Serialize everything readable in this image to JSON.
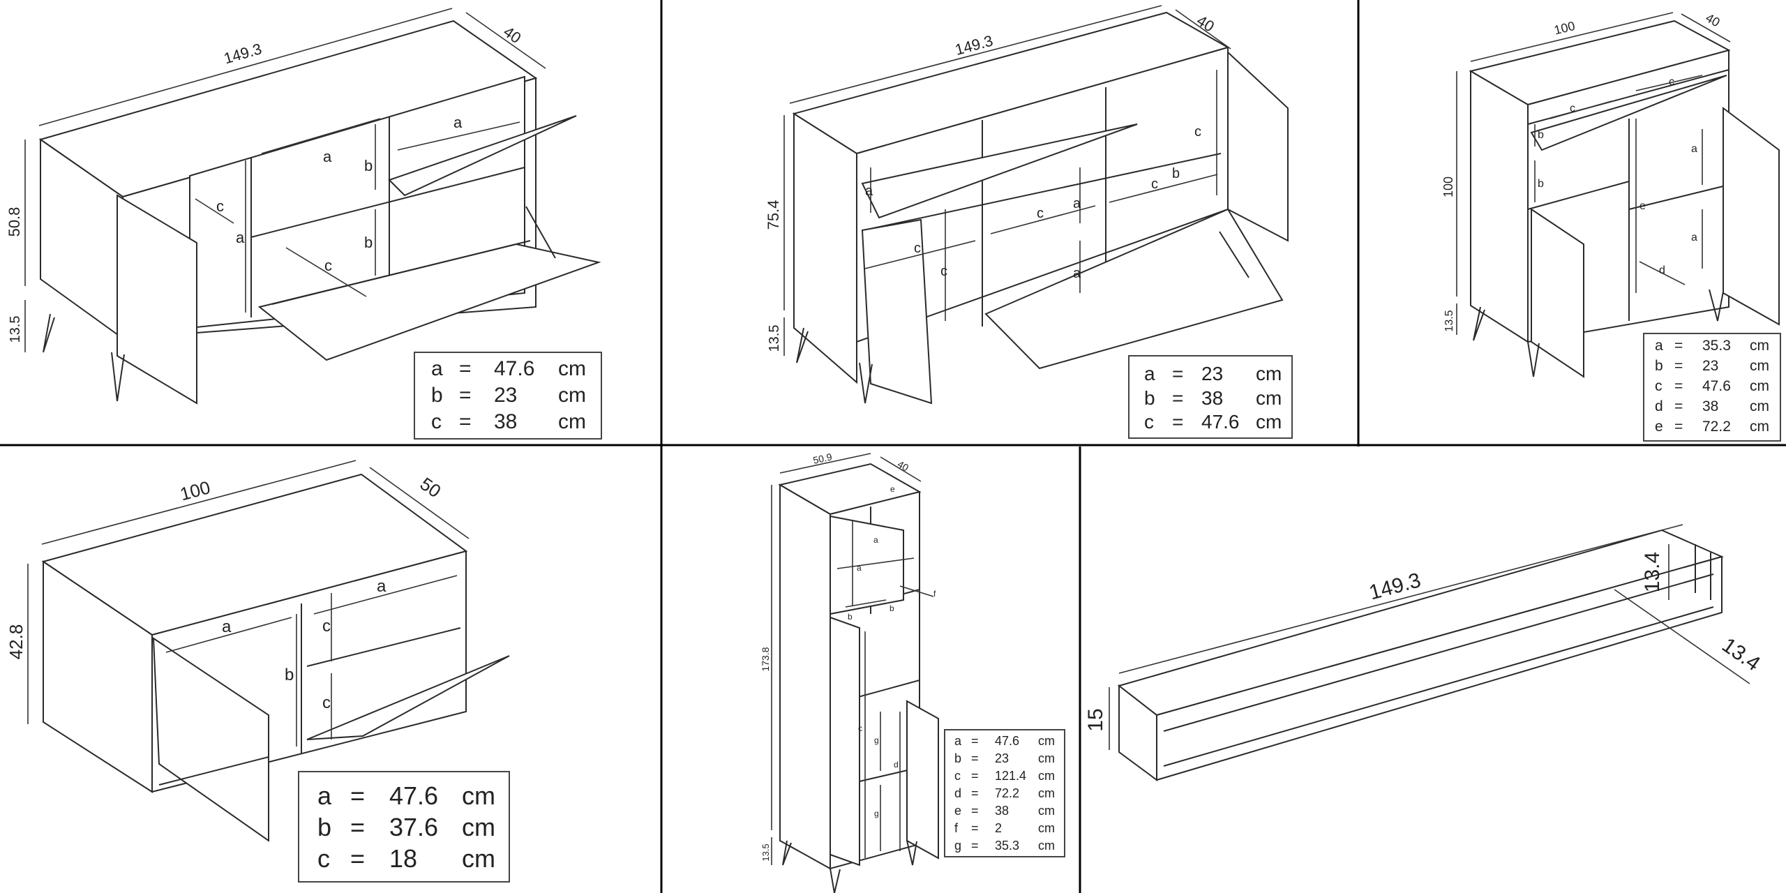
{
  "panels": {
    "sideboard_149_1": {
      "width": "149.3",
      "depth": "40",
      "height": "50.8",
      "leg": "13.5",
      "legend": [
        {
          "key": "a",
          "eq": "=",
          "value": "47.6",
          "unit": "cm"
        },
        {
          "key": "b",
          "eq": "=",
          "value": "23",
          "unit": "cm"
        },
        {
          "key": "c",
          "eq": "=",
          "value": "38",
          "unit": "cm"
        }
      ],
      "tags": [
        "a",
        "a",
        "b",
        "b",
        "c",
        "c",
        "a"
      ]
    },
    "sideboard_149_2": {
      "width": "149.3",
      "depth": "40",
      "height": "75.4",
      "leg": "13.5",
      "legend": [
        {
          "key": "a",
          "eq": "=",
          "value": "23",
          "unit": "cm"
        },
        {
          "key": "b",
          "eq": "=",
          "value": "38",
          "unit": "cm"
        },
        {
          "key": "c",
          "eq": "=",
          "value": "47.6",
          "unit": "cm"
        }
      ],
      "tags": [
        "a",
        "c",
        "c",
        "c",
        "b",
        "c",
        "a",
        "a",
        "c"
      ]
    },
    "highboard_100": {
      "width": "100",
      "depth": "40",
      "height": "100",
      "leg": "13.5",
      "legend": [
        {
          "key": "a",
          "eq": "=",
          "value": "35.3",
          "unit": "cm"
        },
        {
          "key": "b",
          "eq": "=",
          "value": "23",
          "unit": "cm"
        },
        {
          "key": "c",
          "eq": "=",
          "value": "47.6",
          "unit": "cm"
        },
        {
          "key": "d",
          "eq": "=",
          "value": "38",
          "unit": "cm"
        },
        {
          "key": "e",
          "eq": "=",
          "value": "72.2",
          "unit": "cm"
        }
      ],
      "tags": [
        "c",
        "c",
        "b",
        "b",
        "a",
        "a",
        "e",
        "d"
      ]
    },
    "tv_unit_100": {
      "width": "100",
      "depth": "50",
      "height": "42.8",
      "legend": [
        {
          "key": "a",
          "eq": "=",
          "value": "47.6",
          "unit": "cm"
        },
        {
          "key": "b",
          "eq": "=",
          "value": "37.6",
          "unit": "cm"
        },
        {
          "key": "c",
          "eq": "=",
          "value": "18",
          "unit": "cm"
        }
      ],
      "tags": [
        "a",
        "a",
        "b",
        "c",
        "c"
      ]
    },
    "tall_cabinet": {
      "width": "50.9",
      "depth": "40",
      "height": "173.8",
      "leg": "13.5",
      "legend": [
        {
          "key": "a",
          "eq": "=",
          "value": "47.6",
          "unit": "cm"
        },
        {
          "key": "b",
          "eq": "=",
          "value": "23",
          "unit": "cm"
        },
        {
          "key": "c",
          "eq": "=",
          "value": "121.4",
          "unit": "cm"
        },
        {
          "key": "d",
          "eq": "=",
          "value": "72.2",
          "unit": "cm"
        },
        {
          "key": "e",
          "eq": "=",
          "value": "38",
          "unit": "cm"
        },
        {
          "key": "f",
          "eq": "=",
          "value": "2",
          "unit": "cm"
        },
        {
          "key": "g",
          "eq": "=",
          "value": "35.3",
          "unit": "cm"
        }
      ],
      "tags": [
        "e",
        "a",
        "a",
        "f",
        "b",
        "b",
        "c",
        "d",
        "g",
        "g"
      ]
    },
    "wall_shelf": {
      "width": "149.3",
      "height": "15",
      "inner_height": "13.4",
      "depth": "13.4"
    }
  }
}
